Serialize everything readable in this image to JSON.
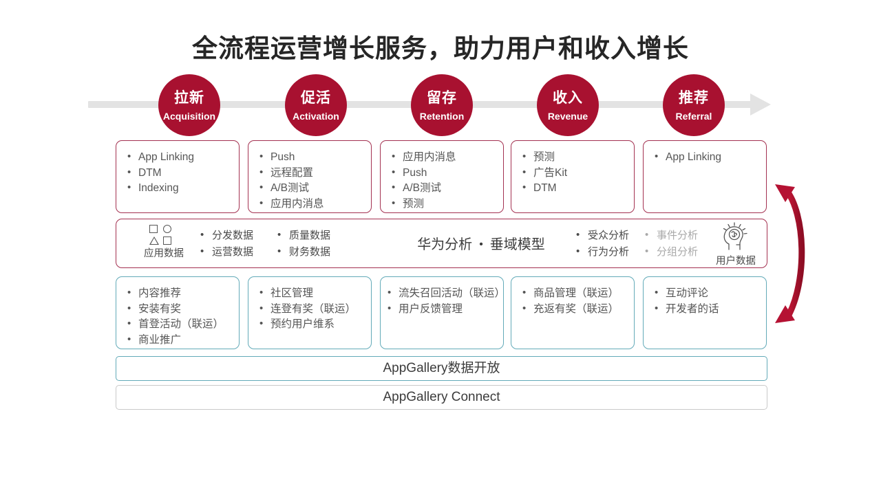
{
  "title": "全流程运营增长服务，助力用户和收入增长",
  "colors": {
    "brand_red": "#a81130",
    "card_red_border": "#a33050",
    "card_teal_border": "#62aab8",
    "timeline_gray": "#e3e3e3",
    "arrow_red": "#b51233",
    "text_dark": "#3c3c3c",
    "text_muted": "#a9a9a9"
  },
  "timeline": {
    "stages": [
      {
        "cn": "拉新",
        "en": "Acquisition"
      },
      {
        "cn": "促活",
        "en": "Activation"
      },
      {
        "cn": "留存",
        "en": "Retention"
      },
      {
        "cn": "收入",
        "en": "Revenue"
      },
      {
        "cn": "推荐",
        "en": "Referral"
      }
    ]
  },
  "row_kits": [
    {
      "items": [
        "App Linking",
        "DTM",
        "Indexing"
      ]
    },
    {
      "items": [
        "Push",
        "远程配置",
        "A/B测试",
        "应用内消息"
      ]
    },
    {
      "items": [
        "应用内消息",
        "Push",
        "A/B测试",
        "预测"
      ]
    },
    {
      "items": [
        "预测",
        "广告Kit",
        "DTM"
      ]
    },
    {
      "items": [
        "App Linking"
      ]
    }
  ],
  "analytics_band": {
    "left_icon_label": "应用数据",
    "left_icon_name": "shapes-data-icon",
    "col1": [
      "分发数据",
      "运营数据"
    ],
    "col2": [
      "质量数据",
      "财务数据"
    ],
    "center_main": "华为分析",
    "center_dot": "•",
    "center_sub": "垂域模型",
    "col3": [
      "受众分析",
      "行为分析"
    ],
    "col4": [
      "事件分析",
      "分组分析"
    ],
    "right_icon_label": "用户数据",
    "right_icon_name": "brain-head-icon"
  },
  "row_ops": [
    {
      "items": [
        "内容推荐",
        "安装有奖",
        "首登活动（联运）",
        "商业推广"
      ]
    },
    {
      "items": [
        "社区管理",
        "连登有奖（联运）",
        "预约用户维系"
      ]
    },
    {
      "items": [
        "流失召回活动（联运）",
        "用户反馈管理"
      ]
    },
    {
      "items": [
        "商品管理（联运）",
        "充返有奖（联运）"
      ]
    },
    {
      "items": [
        "互动评论",
        "开发者的话"
      ]
    }
  ],
  "bottom_bars": {
    "data_open": "AppGallery数据开放",
    "connect": "AppGallery Connect"
  }
}
